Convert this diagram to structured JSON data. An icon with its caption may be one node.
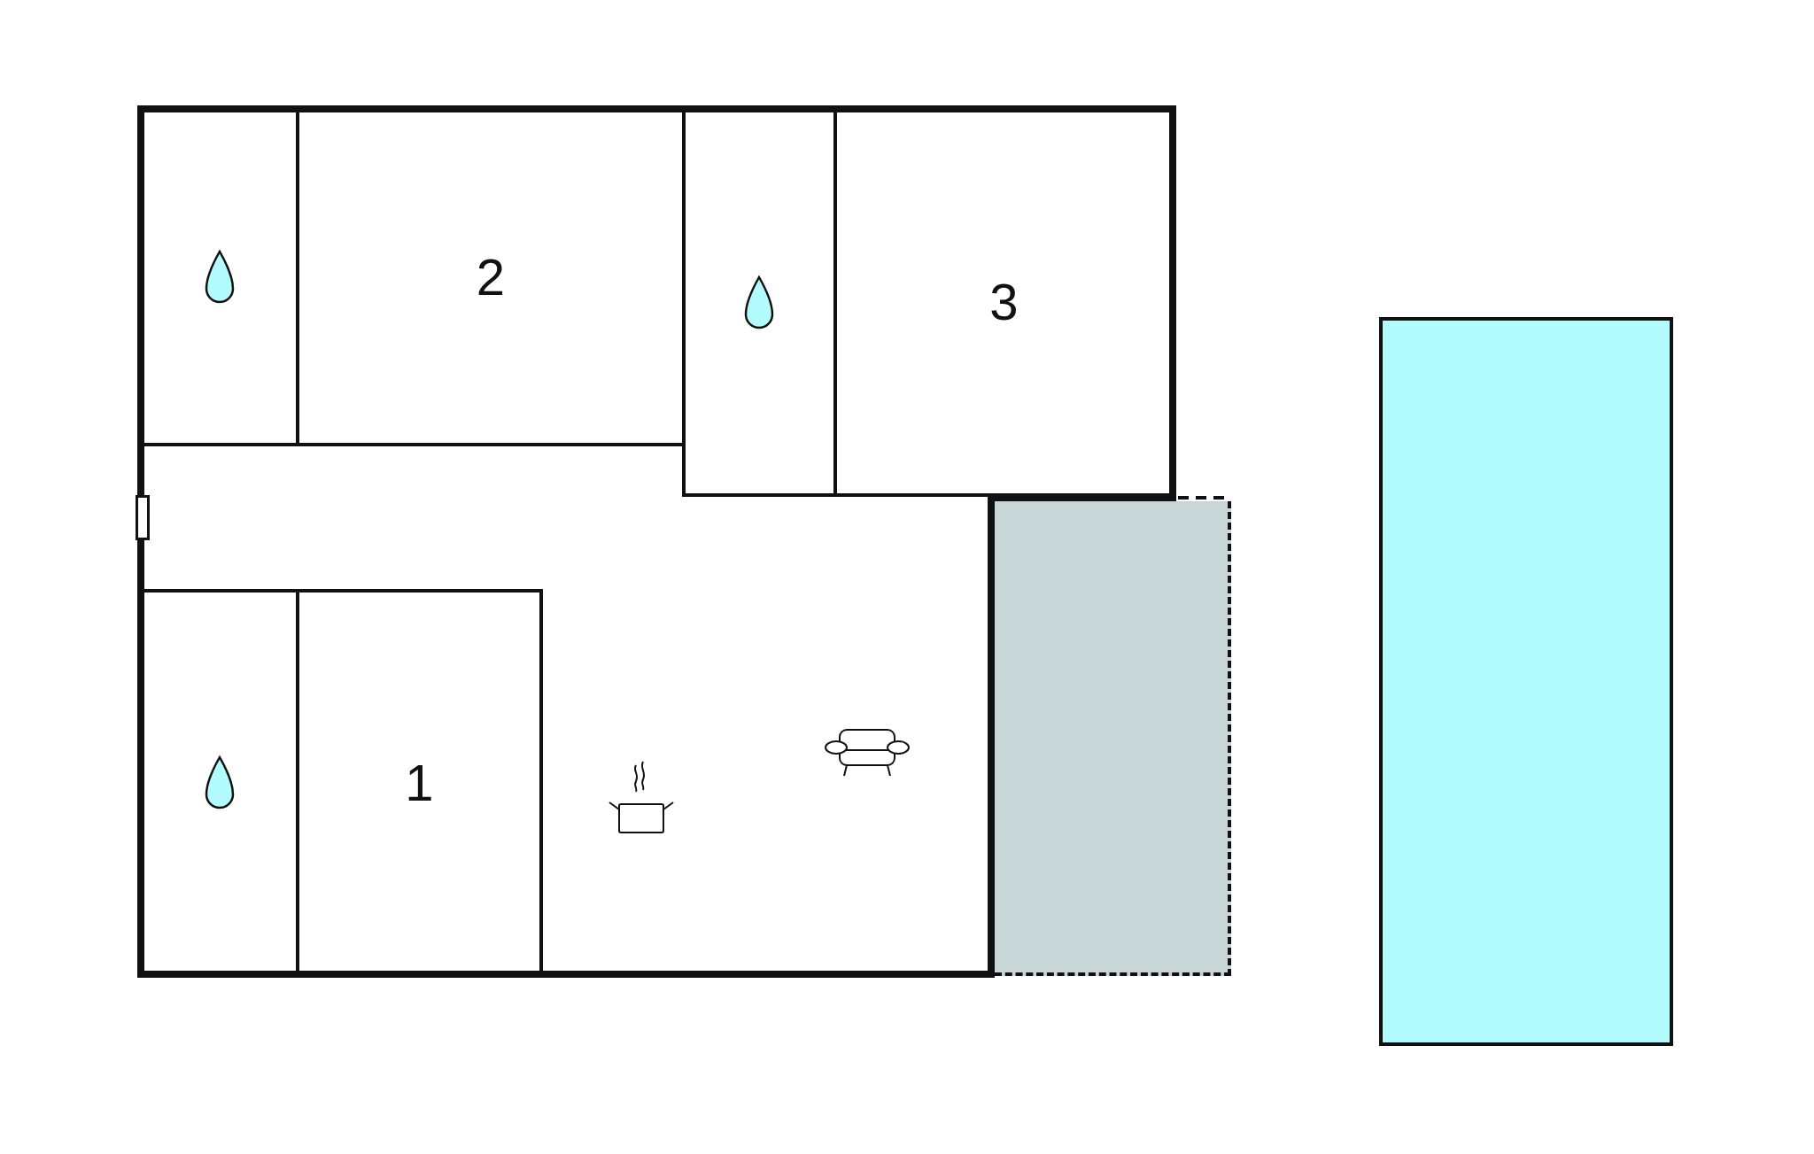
{
  "diagram": {
    "nodes": [
      {
        "text": [],
        "shape": "box"
      },
      {
        "text": [
          "2"
        ]
      },
      {
        "text": [],
        "shape": "box"
      },
      {
        "text": [
          "3"
        ]
      },
      {
        "text": [],
        "shape": "box"
      },
      {
        "text": [],
        "shape": "box"
      },
      {
        "text": [],
        "shape": "box"
      },
      {
        "text": [
          "1"
        ]
      }
    ]
  }
}
